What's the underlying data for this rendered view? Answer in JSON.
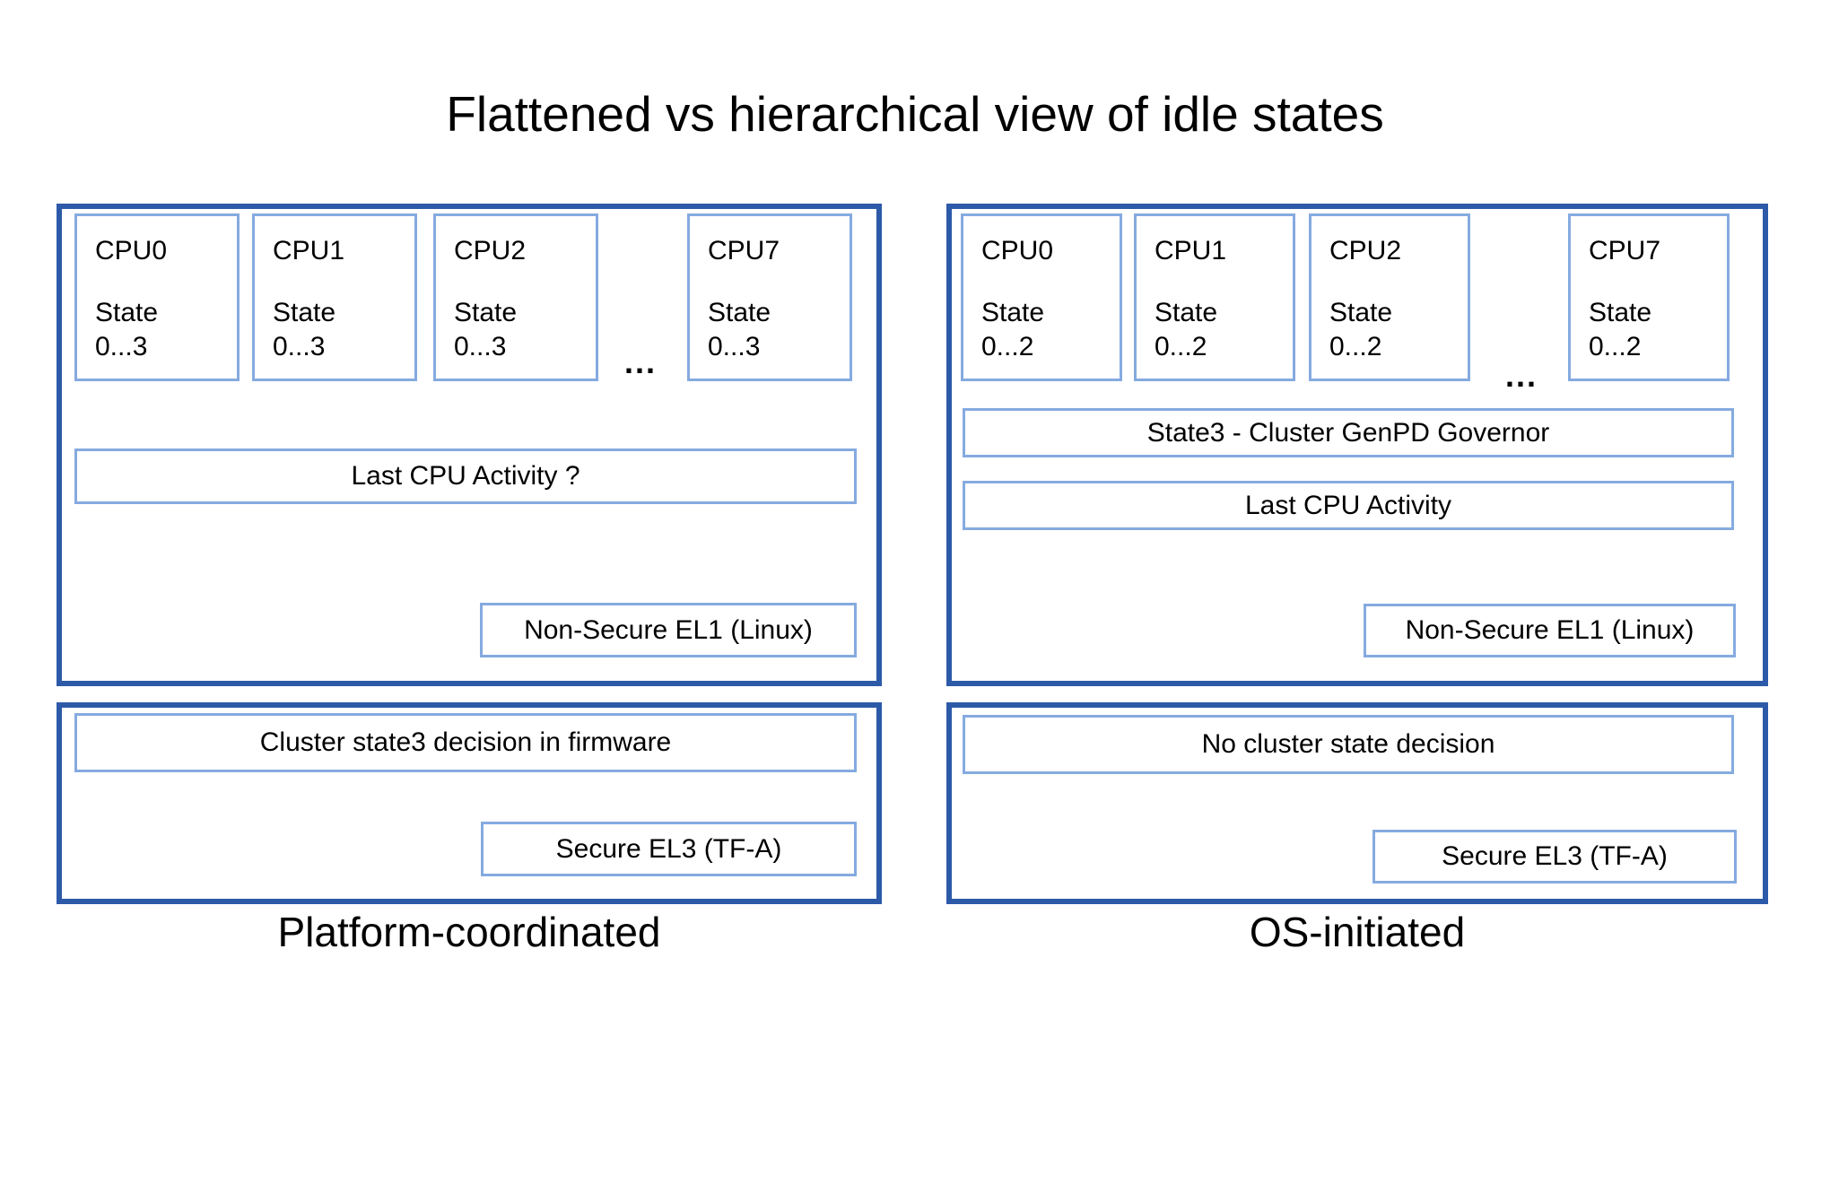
{
  "title": "Flattened vs hierarchical view of idle states",
  "colors": {
    "panel_border": "#2d5aa8",
    "box_border": "#85aae0",
    "text": "#000000",
    "background": "#ffffff"
  },
  "left": {
    "caption": "Platform-coordinated",
    "cpus": [
      {
        "name": "CPU0",
        "state_word": "State",
        "state_range": "0...3"
      },
      {
        "name": "CPU1",
        "state_word": "State",
        "state_range": "0...3"
      },
      {
        "name": "CPU2",
        "state_word": "State",
        "state_range": "0...3"
      },
      {
        "name": "CPU7",
        "state_word": "State",
        "state_range": "0...3"
      }
    ],
    "ellipsis": "...",
    "last_cpu_activity": "Last CPU Activity ?",
    "non_secure_el1": "Non-Secure EL1 (Linux)",
    "cluster_decision": "Cluster state3 decision in firmware",
    "secure_el3": "Secure EL3 (TF-A)"
  },
  "right": {
    "caption": "OS-initiated",
    "cpus": [
      {
        "name": "CPU0",
        "state_word": "State",
        "state_range": "0...2"
      },
      {
        "name": "CPU1",
        "state_word": "State",
        "state_range": "0...2"
      },
      {
        "name": "CPU2",
        "state_word": "State",
        "state_range": "0...2"
      },
      {
        "name": "CPU7",
        "state_word": "State",
        "state_range": "0...2"
      }
    ],
    "ellipsis": "...",
    "genpd_governor": "State3 - Cluster GenPD Governor",
    "last_cpu_activity": "Last CPU Activity",
    "non_secure_el1": "Non-Secure EL1 (Linux)",
    "cluster_decision": "No cluster state decision",
    "secure_el3": "Secure EL3 (TF-A)"
  }
}
